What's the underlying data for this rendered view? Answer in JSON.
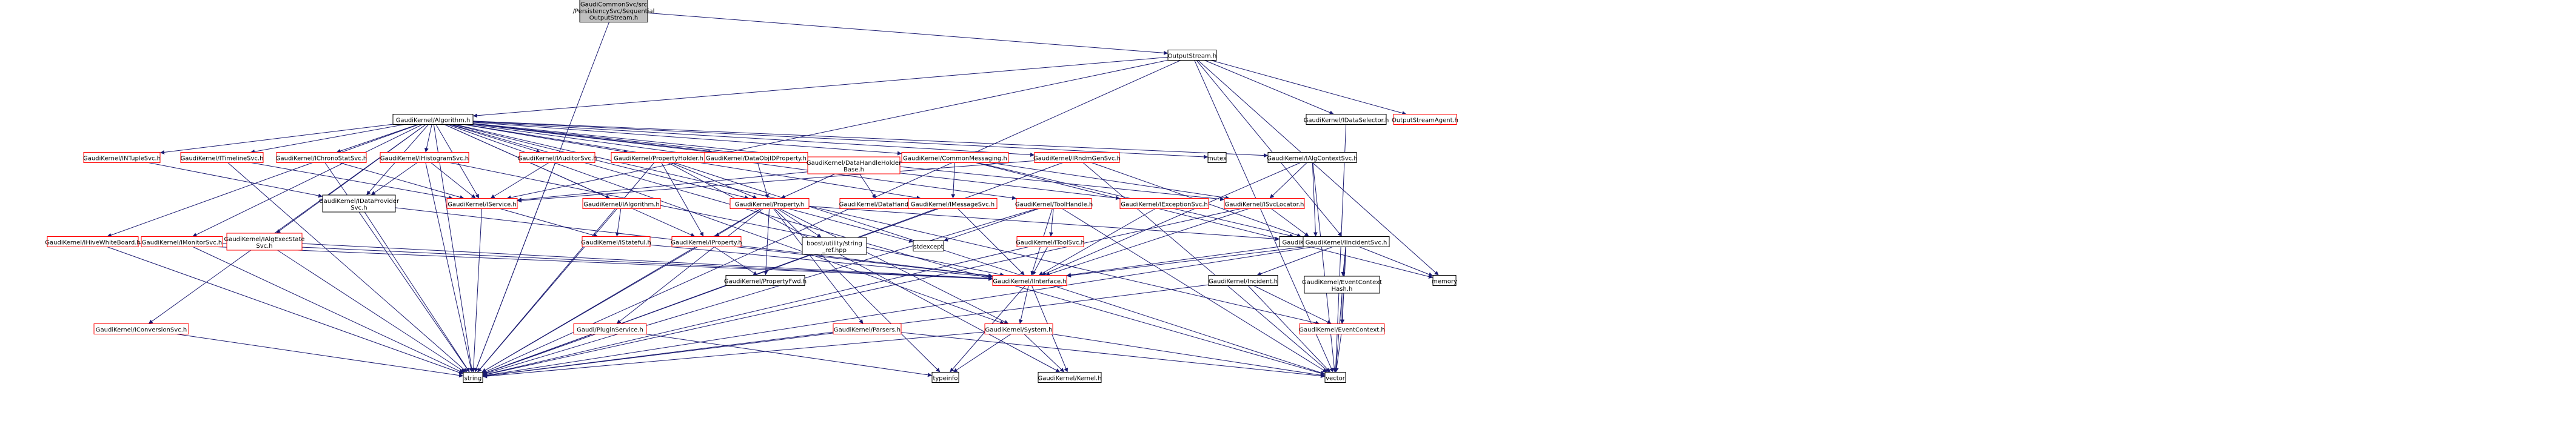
{
  "colors": {
    "edge": "#191970",
    "border_black": "#000000",
    "border_red": "#ff0000",
    "root_fill": "#bfbfbf",
    "node_fill": "#ffffff"
  },
  "nodes": [
    {
      "id": "root",
      "label": "GaudiCommonSvc/src\n/PersistencySvc/Sequential\nOutputStream.h",
      "border": "black",
      "fill": "gray"
    },
    {
      "id": "outputstream",
      "label": "OutputStream.h",
      "border": "black"
    },
    {
      "id": "algorithm",
      "label": "GaudiKernel/Algorithm.h",
      "border": "black"
    },
    {
      "id": "datasel",
      "label": "GaudiKernel/IDataSelector.h",
      "border": "black"
    },
    {
      "id": "osagent",
      "label": "OutputStreamAgent.h",
      "border": "red"
    },
    {
      "id": "ntuplesvc",
      "label": "GaudiKernel/INTupleSvc.h",
      "border": "red"
    },
    {
      "id": "timelinesvc",
      "label": "GaudiKernel/ITimelineSvc.h",
      "border": "red"
    },
    {
      "id": "chronostat",
      "label": "GaudiKernel/IChronoStatSvc.h",
      "border": "red"
    },
    {
      "id": "histogramsvc",
      "label": "GaudiKernel/IHistogramSvc.h",
      "border": "red"
    },
    {
      "id": "auditorsvc",
      "label": "GaudiKernel/IAuditorSvc.h",
      "border": "red"
    },
    {
      "id": "propholder",
      "label": "GaudiKernel/PropertyHolder.h",
      "border": "red"
    },
    {
      "id": "dataobjid",
      "label": "GaudiKernel/DataObjIDProperty.h",
      "border": "red"
    },
    {
      "id": "datahandleholder",
      "label": "GaudiKernel/DataHandleHolder\nBase.h",
      "border": "red"
    },
    {
      "id": "commonmsg",
      "label": "GaudiKernel/CommonMessaging.h",
      "border": "red"
    },
    {
      "id": "rndmgen",
      "label": "GaudiKernel/IRndmGenSvc.h",
      "border": "red"
    },
    {
      "id": "mutex",
      "label": "mutex",
      "border": "black"
    },
    {
      "id": "algcontext",
      "label": "GaudiKernel/IAlgContextSvc.h",
      "border": "black"
    },
    {
      "id": "dataprovider",
      "label": "GaudiKernel/IDataProvider\nSvc.h",
      "border": "black"
    },
    {
      "id": "iservice",
      "label": "GaudiKernel/IService.h",
      "border": "red"
    },
    {
      "id": "ialgorithm",
      "label": "GaudiKernel/IAlgorithm.h",
      "border": "red"
    },
    {
      "id": "property",
      "label": "GaudiKernel/Property.h",
      "border": "red"
    },
    {
      "id": "datahandle",
      "label": "GaudiKernel/DataHandle.h",
      "border": "red"
    },
    {
      "id": "imessagesvc",
      "label": "GaudiKernel/IMessageSvc.h",
      "border": "red"
    },
    {
      "id": "toolhandle",
      "label": "GaudiKernel/ToolHandle.h",
      "border": "red"
    },
    {
      "id": "exceptionsvc",
      "label": "GaudiKernel/IExceptionSvc.h",
      "border": "red"
    },
    {
      "id": "svclocator",
      "label": "GaudiKernel/ISvcLocator.h",
      "border": "red"
    },
    {
      "id": "hivewb",
      "label": "GaudiKernel/IHiveWhiteBoard.h",
      "border": "red"
    },
    {
      "id": "monitorsvc",
      "label": "GaudiKernel/IMonitorSvc.h",
      "border": "red"
    },
    {
      "id": "algexecstate",
      "label": "GaudiKernel/IAlgExecState\nSvc.h",
      "border": "red"
    },
    {
      "id": "istateful",
      "label": "GaudiKernel/IStateful.h",
      "border": "red"
    },
    {
      "id": "iproperty",
      "label": "GaudiKernel/IProperty.h",
      "border": "red"
    },
    {
      "id": "boostref",
      "label": "boost/utility/string\n_ref.hpp",
      "border": "black"
    },
    {
      "id": "stdexcept",
      "label": "stdexcept",
      "border": "black"
    },
    {
      "id": "smartif",
      "label": "GaudiKernel/SmartIF.h",
      "border": "black"
    },
    {
      "id": "itoolsvc",
      "label": "GaudiKernel/IToolSvc.h",
      "border": "red"
    },
    {
      "id": "incidentsvc",
      "label": "GaudiKernel/IIncidentSvc.h",
      "border": "black"
    },
    {
      "id": "propertyfwd",
      "label": "GaudiKernel/PropertyFwd.h",
      "border": "black"
    },
    {
      "id": "iinterface",
      "label": "GaudiKernel/IInterface.h",
      "border": "red"
    },
    {
      "id": "memory",
      "label": "memory",
      "border": "black"
    },
    {
      "id": "iincident",
      "label": "GaudiKernel/Incident.h",
      "border": "black"
    },
    {
      "id": "evctxhash",
      "label": "GaudiKernel/EventContext\nHash.h",
      "border": "black"
    },
    {
      "id": "conversionsvc",
      "label": "GaudiKernel/IConversionSvc.h",
      "border": "red"
    },
    {
      "id": "pluginservice",
      "label": "Gaudi/PluginService.h",
      "border": "red"
    },
    {
      "id": "parsers",
      "label": "GaudiKernel/Parsers.h",
      "border": "red"
    },
    {
      "id": "system",
      "label": "GaudiKernel/System.h",
      "border": "red"
    },
    {
      "id": "eventcontext",
      "label": "GaudiKernel/EventContext.h",
      "border": "red"
    },
    {
      "id": "string",
      "label": "string",
      "border": "black"
    },
    {
      "id": "typeinfo",
      "label": "typeinfo",
      "border": "black"
    },
    {
      "id": "kernel",
      "label": "GaudiKernel/Kernel.h",
      "border": "black"
    },
    {
      "id": "vector",
      "label": "vector",
      "border": "black"
    }
  ],
  "edges": [
    [
      "root",
      "outputstream"
    ],
    [
      "root",
      "string"
    ],
    [
      "outputstream",
      "algorithm"
    ],
    [
      "outputstream",
      "datasel"
    ],
    [
      "outputstream",
      "osagent"
    ],
    [
      "outputstream",
      "incidentsvc"
    ],
    [
      "outputstream",
      "memory"
    ],
    [
      "outputstream",
      "vector"
    ],
    [
      "outputstream",
      "string"
    ],
    [
      "outputstream",
      "iservice"
    ],
    [
      "algorithm",
      "ntuplesvc"
    ],
    [
      "algorithm",
      "timelinesvc"
    ],
    [
      "algorithm",
      "chronostat"
    ],
    [
      "algorithm",
      "histogramsvc"
    ],
    [
      "algorithm",
      "auditorsvc"
    ],
    [
      "algorithm",
      "propholder"
    ],
    [
      "algorithm",
      "dataobjid"
    ],
    [
      "algorithm",
      "datahandleholder"
    ],
    [
      "algorithm",
      "commonmsg"
    ],
    [
      "algorithm",
      "rndmgen"
    ],
    [
      "algorithm",
      "mutex"
    ],
    [
      "algorithm",
      "algcontext"
    ],
    [
      "algorithm",
      "iservice"
    ],
    [
      "algorithm",
      "ialgorithm"
    ],
    [
      "algorithm",
      "property"
    ],
    [
      "algorithm",
      "imessagesvc"
    ],
    [
      "algorithm",
      "toolhandle"
    ],
    [
      "algorithm",
      "exceptionsvc"
    ],
    [
      "algorithm",
      "svclocator"
    ],
    [
      "algorithm",
      "hivewb"
    ],
    [
      "algorithm",
      "monitorsvc"
    ],
    [
      "algorithm",
      "algexecstate"
    ],
    [
      "algorithm",
      "conversionsvc"
    ],
    [
      "algorithm",
      "string"
    ],
    [
      "algorithm",
      "vector"
    ],
    [
      "algorithm",
      "eventcontext"
    ],
    [
      "algorithm",
      "system"
    ],
    [
      "algorithm",
      "dataprovider"
    ],
    [
      "algorithm",
      "iproperty"
    ],
    [
      "datasel",
      "vector"
    ],
    [
      "ntuplesvc",
      "dataprovider"
    ],
    [
      "timelinesvc",
      "string"
    ],
    [
      "timelinesvc",
      "iservice"
    ],
    [
      "chronostat",
      "iservice"
    ],
    [
      "chronostat",
      "string"
    ],
    [
      "histogramsvc",
      "iservice"
    ],
    [
      "histogramsvc",
      "dataprovider"
    ],
    [
      "histogramsvc",
      "string"
    ],
    [
      "histogramsvc",
      "iinterface"
    ],
    [
      "auditorsvc",
      "iservice"
    ],
    [
      "auditorsvc",
      "string"
    ],
    [
      "propholder",
      "property"
    ],
    [
      "propholder",
      "iproperty"
    ],
    [
      "propholder",
      "string"
    ],
    [
      "propholder",
      "vector"
    ],
    [
      "propholder",
      "kernel"
    ],
    [
      "dataobjid",
      "property"
    ],
    [
      "datahandleholder",
      "datahandle"
    ],
    [
      "datahandleholder",
      "property"
    ],
    [
      "commonmsg",
      "imessagesvc"
    ],
    [
      "commonmsg",
      "smartif"
    ],
    [
      "commonmsg",
      "iservice"
    ],
    [
      "commonmsg",
      "svclocator"
    ],
    [
      "commonmsg",
      "memory"
    ],
    [
      "rndmgen",
      "iservice"
    ],
    [
      "rndmgen",
      "smartif"
    ],
    [
      "rndmgen",
      "vector"
    ],
    [
      "rndmgen",
      "string"
    ],
    [
      "algcontext",
      "iinterface"
    ],
    [
      "algcontext",
      "smartif"
    ],
    [
      "algcontext",
      "vector"
    ],
    [
      "algcontext",
      "svclocator"
    ],
    [
      "dataprovider",
      "iinterface"
    ],
    [
      "dataprovider",
      "string"
    ],
    [
      "iservice",
      "istateful"
    ],
    [
      "iservice",
      "string"
    ],
    [
      "ialgorithm",
      "istateful"
    ],
    [
      "ialgorithm",
      "string"
    ],
    [
      "property",
      "iproperty"
    ],
    [
      "property",
      "propertyfwd"
    ],
    [
      "property",
      "parsers"
    ],
    [
      "property",
      "boostref"
    ],
    [
      "property",
      "stdexcept"
    ],
    [
      "property",
      "string"
    ],
    [
      "property",
      "smartif"
    ],
    [
      "property",
      "typeinfo"
    ],
    [
      "property",
      "pluginservice"
    ],
    [
      "property",
      "system"
    ],
    [
      "imessagesvc",
      "iinterface"
    ],
    [
      "imessagesvc",
      "string"
    ],
    [
      "toolhandle",
      "itoolsvc"
    ],
    [
      "toolhandle",
      "stdexcept"
    ],
    [
      "toolhandle",
      "vector"
    ],
    [
      "toolhandle",
      "string"
    ],
    [
      "toolhandle",
      "iinterface"
    ],
    [
      "exceptionsvc",
      "iinterface"
    ],
    [
      "svclocator",
      "smartif"
    ],
    [
      "svclocator",
      "iinterface"
    ],
    [
      "svclocator",
      "string"
    ],
    [
      "hivewb",
      "iinterface"
    ],
    [
      "hivewb",
      "string"
    ],
    [
      "monitorsvc",
      "iinterface"
    ],
    [
      "monitorsvc",
      "string"
    ],
    [
      "algexecstate",
      "iinterface"
    ],
    [
      "algexecstate",
      "string"
    ],
    [
      "istateful",
      "iinterface"
    ],
    [
      "iproperty",
      "iinterface"
    ],
    [
      "iproperty",
      "propertyfwd"
    ],
    [
      "iproperty",
      "string"
    ],
    [
      "smartif",
      "iinterface"
    ],
    [
      "itoolsvc",
      "iinterface"
    ],
    [
      "itoolsvc",
      "string"
    ],
    [
      "incidentsvc",
      "iincident"
    ],
    [
      "incidentsvc",
      "evctxhash"
    ],
    [
      "incidentsvc",
      "eventcontext"
    ],
    [
      "incidentsvc",
      "memory"
    ],
    [
      "incidentsvc",
      "string"
    ],
    [
      "incidentsvc",
      "vector"
    ],
    [
      "incidentsvc",
      "iinterface"
    ],
    [
      "iinterface",
      "system"
    ],
    [
      "iinterface",
      "kernel"
    ],
    [
      "iinterface",
      "typeinfo"
    ],
    [
      "iincident",
      "eventcontext"
    ],
    [
      "iincident",
      "string"
    ],
    [
      "iincident",
      "vector"
    ],
    [
      "evctxhash",
      "eventcontext"
    ],
    [
      "conversionsvc",
      "string"
    ],
    [
      "pluginservice",
      "string"
    ],
    [
      "pluginservice",
      "typeinfo"
    ],
    [
      "parsers",
      "string"
    ],
    [
      "parsers",
      "vector"
    ],
    [
      "system",
      "string"
    ],
    [
      "system",
      "kernel"
    ],
    [
      "system",
      "typeinfo"
    ],
    [
      "system",
      "vector"
    ],
    [
      "eventcontext",
      "vector"
    ]
  ]
}
